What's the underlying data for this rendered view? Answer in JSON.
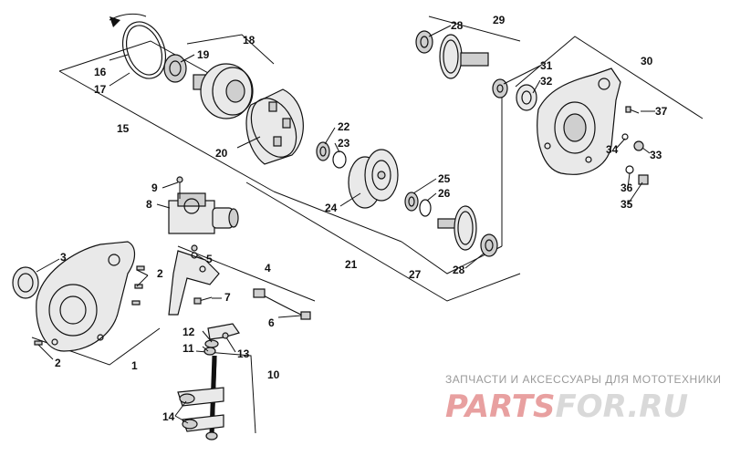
{
  "callouts": [
    "1",
    "2",
    "2",
    "3",
    "4",
    "5",
    "6",
    "7",
    "8",
    "9",
    "10",
    "11",
    "12",
    "13",
    "14",
    "15",
    "16",
    "17",
    "18",
    "19",
    "20",
    "21",
    "22",
    "23",
    "24",
    "25",
    "26",
    "27",
    "28",
    "28",
    "29",
    "30",
    "31",
    "32",
    "33",
    "34",
    "35",
    "36",
    "37"
  ],
  "watermark": {
    "caption": "ЗАПЧАСТИ И АКСЕССУАРЫ ДЛЯ МОТОТЕХНИКИ",
    "logo_a": "PARTS",
    "logo_b": "FOR.RU",
    "logo_color_a": "#e8a0a0",
    "logo_color_b": "#d9d9d9"
  }
}
